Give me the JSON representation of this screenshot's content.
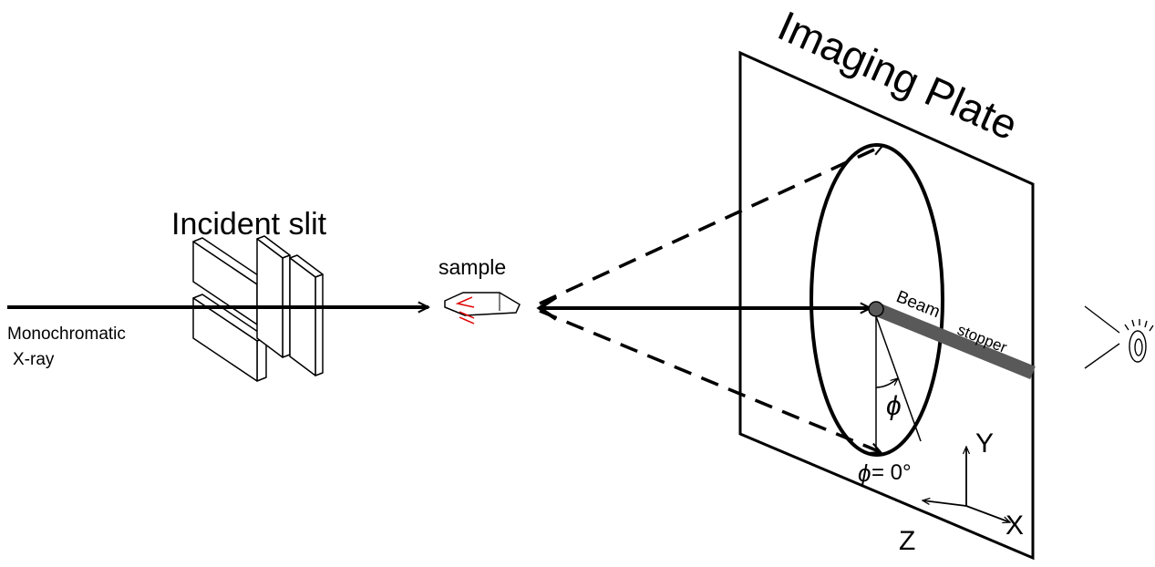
{
  "labels": {
    "incident_slit": "Incident slit",
    "sample": "sample",
    "monochromatic": "Monochromatic",
    "xray": "X-ray",
    "imaging_plate": "Imaging Plate",
    "beam": "Beam",
    "stopper": "stopper",
    "phi": "ϕ",
    "phi_zero": " = 0°",
    "axis_x": "X",
    "axis_y": "Y",
    "axis_z": "Z"
  },
  "colors": {
    "line": "#000000",
    "beam_stopper": "#595959",
    "sample_mark": "#e00000"
  },
  "icons": [
    "eye-icon"
  ]
}
